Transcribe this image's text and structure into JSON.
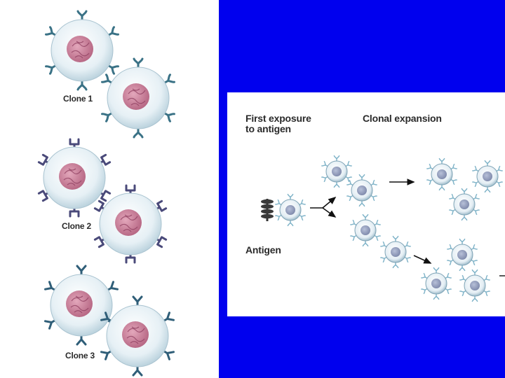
{
  "clones": [
    {
      "label": "Clone 1",
      "receptor_shape": "y-fork",
      "receptor_color": "#3a7286"
    },
    {
      "label": "Clone 2",
      "receptor_shape": "u-cup",
      "receptor_color": "#4a4a7a"
    },
    {
      "label": "Clone 3",
      "receptor_shape": "v-fork",
      "receptor_color": "#2f5e78"
    }
  ],
  "figure": {
    "first_exposure": "First exposure\nto antigen",
    "clonal_expansion": "Clonal expansion",
    "antigen": "Antigen"
  },
  "colors": {
    "slide_background": "#0000ee",
    "cell_halo": "#dbe9f0",
    "nucleus": "#c77a95",
    "small_cell_receptor": "#7fb3c8"
  }
}
